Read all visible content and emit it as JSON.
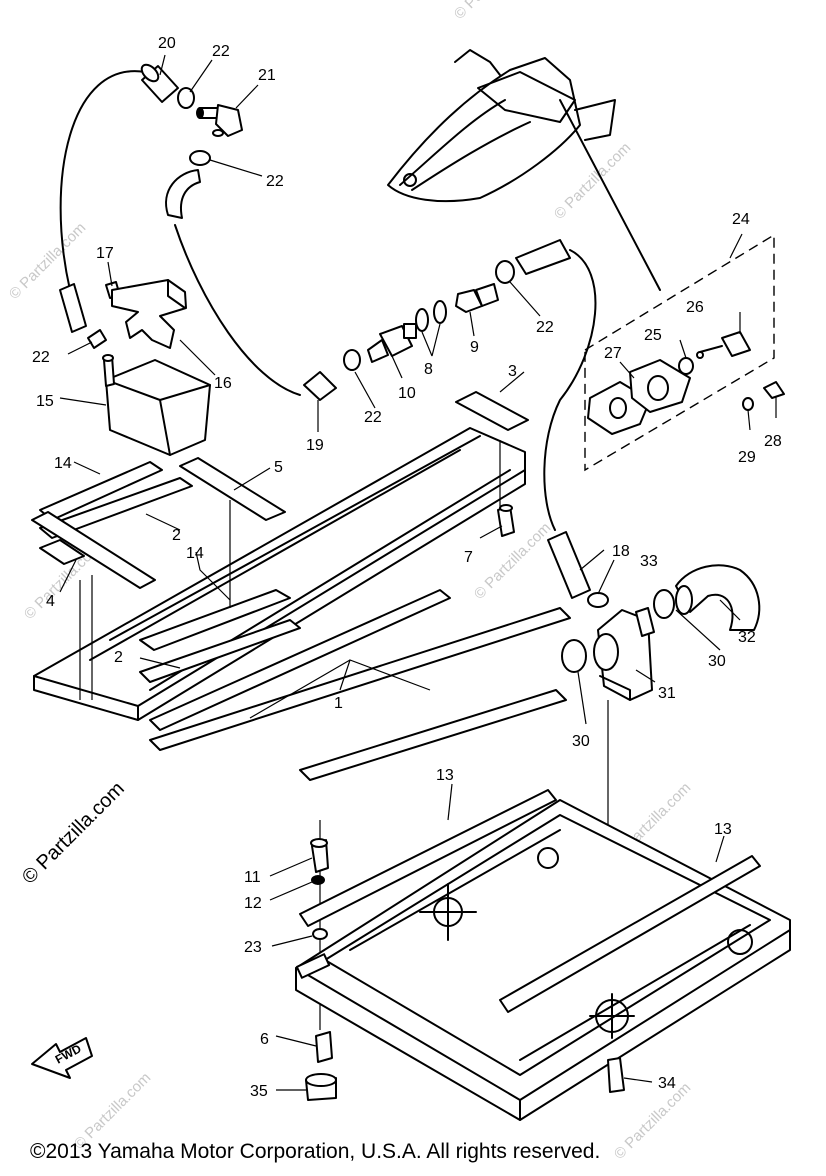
{
  "callouts": {
    "c1": "1",
    "c2a": "2",
    "c2b": "2",
    "c3": "3",
    "c4": "4",
    "c5": "5",
    "c6": "6",
    "c7": "7",
    "c8": "8",
    "c9": "9",
    "c10": "10",
    "c11": "11",
    "c12": "12",
    "c13a": "13",
    "c13b": "13",
    "c14a": "14",
    "c14b": "14",
    "c15": "15",
    "c16": "16",
    "c17": "17",
    "c18": "18",
    "c19": "19",
    "c20": "20",
    "c21": "21",
    "c22a": "22",
    "c22b": "22",
    "c22c": "22",
    "c22d": "22",
    "c22e": "22",
    "c23": "23",
    "c24": "24",
    "c25": "25",
    "c26": "26",
    "c27": "27",
    "c28": "28",
    "c29": "29",
    "c30a": "30",
    "c30b": "30",
    "c31": "31",
    "c32": "32",
    "c33": "33",
    "c34": "34",
    "c35": "35"
  },
  "watermark": {
    "text": "© Partzilla.com",
    "color": "#c8c8c8",
    "main_color": "#000000"
  },
  "direction_label": "FWD",
  "copyright": "©2013  Yamaha Motor Corporation, U.S.A. All rights reserved."
}
